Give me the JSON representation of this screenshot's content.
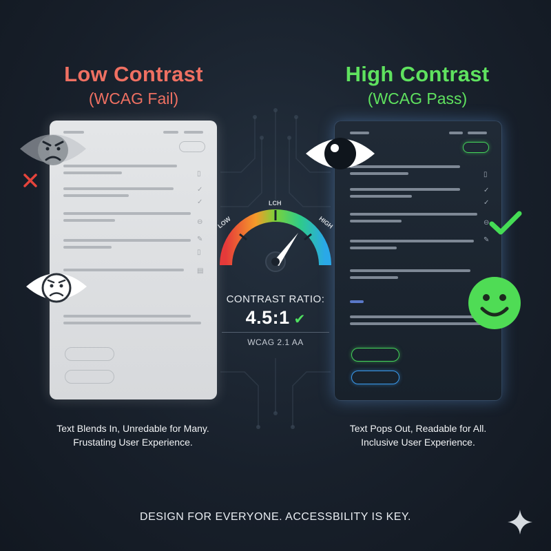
{
  "left": {
    "title": "Low Contrast",
    "subtitle": "(WCAG Fail)",
    "caption_line1": "Text Blends In, Unredable for Many.",
    "caption_line2": "Frustating User Experience."
  },
  "right": {
    "title": "High Contrast",
    "subtitle": "(WCAG Pass)",
    "caption_line1": "Text Pops Out, Readable for All.",
    "caption_line2": "Inclusive User Experience."
  },
  "gauge": {
    "label_low": "LOW",
    "label_mid": "LCH",
    "label_high": "HIGH",
    "title": "CONTRAST RATIO:",
    "ratio": "4.5:1",
    "level": "WCAG 2.1 AA"
  },
  "footer": "DESIGN FOR EVERYONE. ACCESSBILITY IS KEY.",
  "colors": {
    "fail": "#ef7062",
    "pass": "#5fe25f",
    "background": "#18202b"
  },
  "icons": {
    "left_top": "angry-eye-icon",
    "left_mark": "cross-icon",
    "left_bottom": "sad-eye-icon",
    "right_eye": "eye-icon",
    "right_check": "checkmark-icon",
    "right_face": "smiley-icon",
    "corner": "sparkle-icon"
  }
}
